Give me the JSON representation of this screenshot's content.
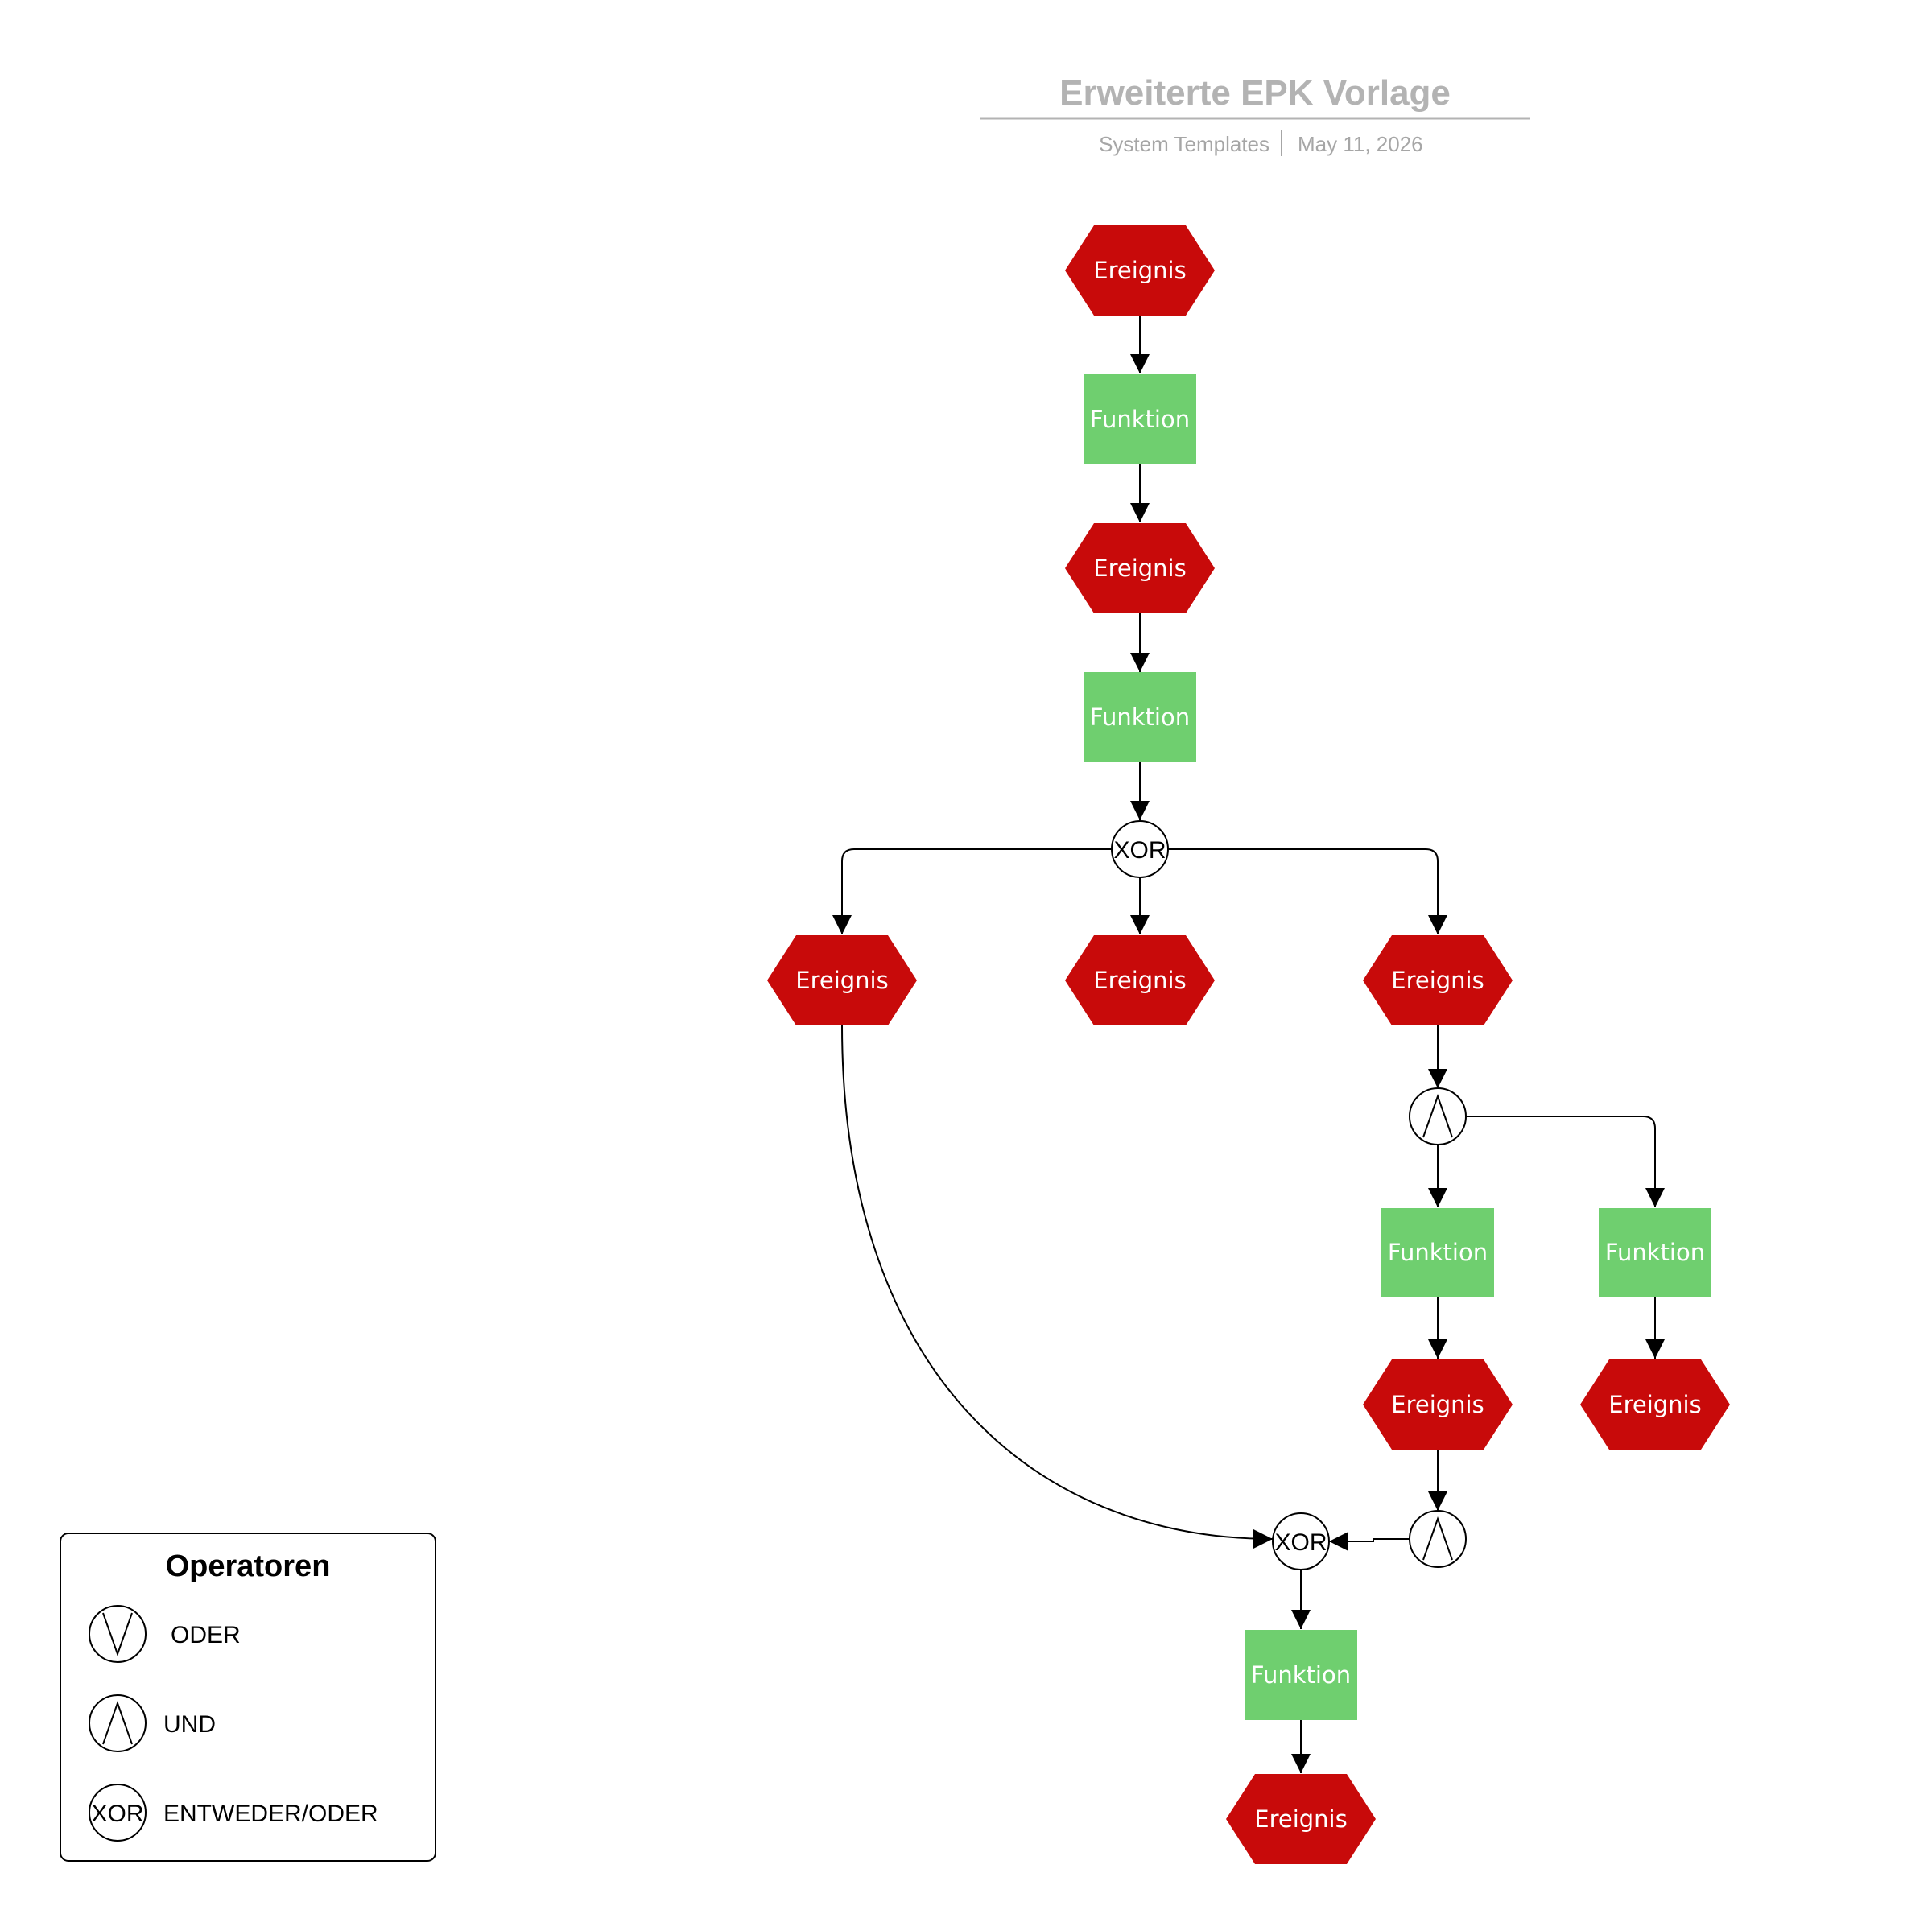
{
  "header": {
    "title": "Erweiterte EPK Vorlage",
    "author": "System Templates",
    "date": "May 11, 2026"
  },
  "colors": {
    "event": "#c80a0a",
    "function": "#6fcf6f",
    "title": "#b3b3b3",
    "subtitle": "#a6a6a6"
  },
  "nodes": {
    "event_1": "Ereignis",
    "function_1": "Funktion",
    "event_2": "Ereignis",
    "function_2": "Funktion",
    "xor_1": "XOR",
    "event_3": "Ereignis",
    "event_4": "Ereignis",
    "event_5": "Ereignis",
    "function_3": "Funktion",
    "function_4": "Funktion",
    "event_6": "Ereignis",
    "event_7": "Ereignis",
    "xor_2": "XOR",
    "function_5": "Funktion",
    "event_8": "Ereignis"
  },
  "and_operators": [
    "and-operator-symbol",
    "and-operator-symbol"
  ],
  "legend": {
    "title": "Operatoren",
    "items": [
      {
        "symbol": "or-operator-symbol",
        "label": "ODER"
      },
      {
        "symbol": "and-operator-symbol",
        "label": "UND"
      },
      {
        "symbol": "XOR",
        "label": "ENTWEDER/ODER"
      }
    ]
  }
}
